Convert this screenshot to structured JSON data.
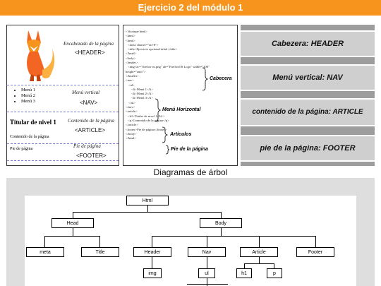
{
  "header": {
    "title": "Ejercicio 2 del módulo 1"
  },
  "layout_panel": {
    "header_italic": "Encabezado de la página",
    "header_tag": "<HEADER>",
    "menu_items": [
      "Menú 1",
      "Menú 2",
      "Menú 3"
    ],
    "nav_italic": "Menú vertical",
    "nav_tag": "<NAV>",
    "article_title": "Titular de nivel 1",
    "article_text": "Contenido de la página",
    "article_italic": "Contenido de la página",
    "article_tag": "<ARTICLE>",
    "footer_text": "Pie de página",
    "footer_italic": "Pie de página",
    "footer_tag": "<FOOTER>"
  },
  "code_panel": {
    "lines": [
      "<!doctype html>",
      "<html>",
      "<head>",
      "<meta charset=\"utf-8\">",
      "<title>Ejercicio opcional árbol</title>",
      "</head>",
      "<body>",
      "<header>",
      "<img src=\"firefox-os.png\" alt=\"FirefoxOS Logo\" width=\"200\"",
      "height=\"auto\">",
      "</header>",
      "<nav>",
      "<ul>",
      "<li>Menú 1</li>",
      "<li>Menú 2</li>",
      "<li>Menú 3</li>",
      "</ul>",
      "</nav>",
      "<article>",
      "<h1>Titular de nivel 1</h1>",
      "<p>Contenido de la página</p>",
      "</article>",
      "<footer>Pie de página</footer>",
      "</body>",
      "</html>"
    ],
    "annotations": [
      "Cabecera",
      "Menú Horizontal",
      "Artículos",
      "Pie de la página"
    ]
  },
  "semantic_panel": {
    "labels": [
      "Cabezera: HEADER",
      "Menú vertical: NAV",
      "contenido de la página: ARTICLE",
      "pie de la página: FOOTER"
    ]
  },
  "tree": {
    "title": "Diagramas de árbol",
    "nodes": {
      "html": "Html",
      "head": "Head",
      "body": "Body",
      "meta": "meta",
      "title": "Title",
      "header": "Header",
      "nav": "Nav",
      "article": "Article",
      "footer": "Footer",
      "img": "img",
      "ul": "ul",
      "h1": "h1",
      "p": "p"
    }
  }
}
